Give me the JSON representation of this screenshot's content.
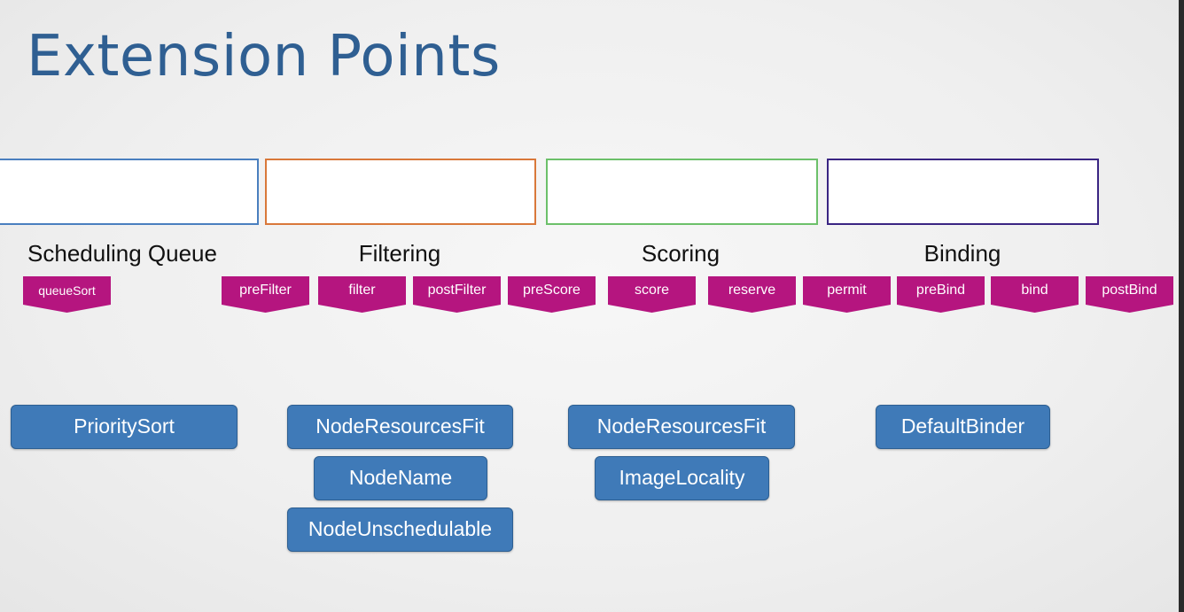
{
  "title": "Extension Points",
  "stages": [
    {
      "label": "Scheduling Queue",
      "color": "#4a7fbf"
    },
    {
      "label": "Filtering",
      "color": "#d9783a"
    },
    {
      "label": "Scoring",
      "color": "#6cc06a"
    },
    {
      "label": "Binding",
      "color": "#3a2583"
    }
  ],
  "extension_points": [
    "queueSort",
    "preFilter",
    "filter",
    "postFilter",
    "preScore",
    "score",
    "reserve",
    "permit",
    "preBind",
    "bind",
    "postBind"
  ],
  "extension_point_color": "#b5157f",
  "plugins": {
    "scheduling_queue": [
      "PrioritySort"
    ],
    "filtering": [
      "NodeResourcesFit",
      "NodeName",
      "NodeUnschedulable"
    ],
    "scoring": [
      "NodeResourcesFit",
      "ImageLocality"
    ],
    "binding": [
      "DefaultBinder"
    ]
  },
  "plugin_color": "#3f7ab8"
}
